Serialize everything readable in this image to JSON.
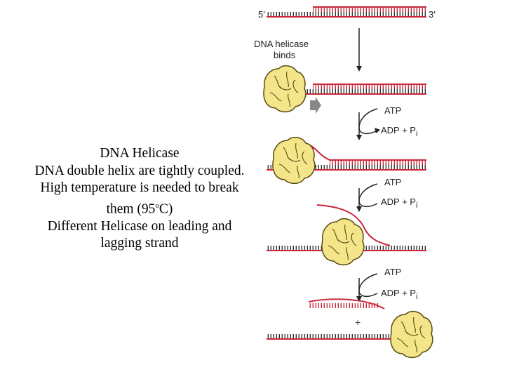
{
  "caption": {
    "lines": [
      "DNA Helicase",
      "DNA double helix are tightly coupled.",
      "High temperature is needed to break",
      "them (95",
      "Different Helicase on leading and",
      "lagging strand"
    ],
    "degree_symbol": "o",
    "unit_suffix": "C)"
  },
  "diagram": {
    "end_5": "5′",
    "end_3": "3′",
    "helicase_binds": [
      "DNA helicase",
      "binds"
    ],
    "atp": "ATP",
    "adp_pi": "ADP + P",
    "pi_subscript": "i",
    "plus_sign": "+",
    "colors": {
      "strand_top": "#c8283a",
      "strand_bottom": "#333333",
      "helicase_fill": "#f4e58a",
      "helicase_stroke": "#5a4a10",
      "arrow": "#222222",
      "step_arrow": "#888888"
    }
  }
}
